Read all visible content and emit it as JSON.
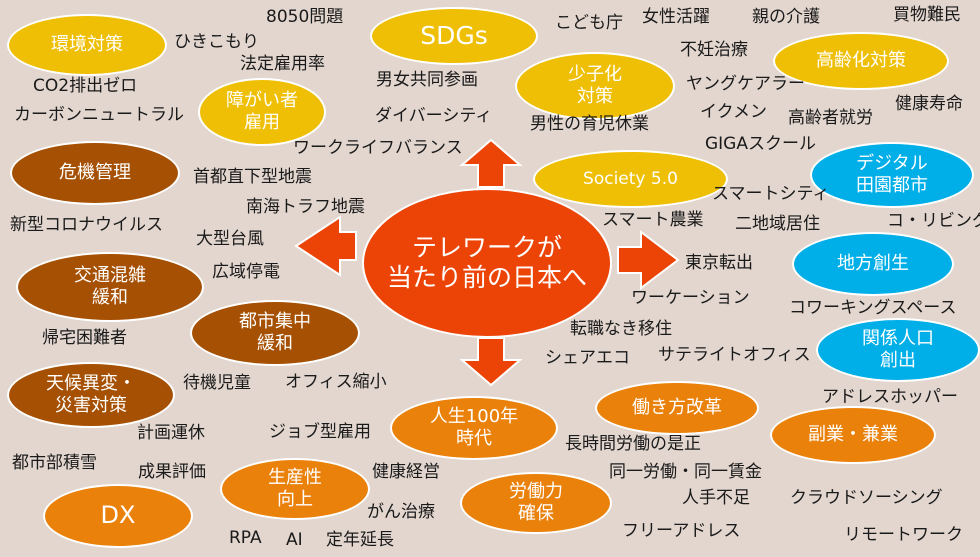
{
  "diagram": {
    "type": "mind-map",
    "center": {
      "label": "テレワークが\n当たり前の日本へ",
      "color": "#ec4306"
    },
    "arrows": [
      "up",
      "down",
      "left",
      "right"
    ],
    "arrow_color": "#ec4306",
    "palette": {
      "yellow": "#efbf06",
      "brown": "#a65003",
      "blue": "#00aee8",
      "orange": "#ea810b",
      "background": "#e2d6cf"
    },
    "nodes": [
      {
        "id": "kankyo",
        "label": "環境対策",
        "color": "yellow"
      },
      {
        "id": "sdgs",
        "label": "SDGs",
        "color": "yellow"
      },
      {
        "id": "shoshika",
        "label": "少子化\n対策",
        "color": "yellow"
      },
      {
        "id": "koreika",
        "label": "高齢化対策",
        "color": "yellow"
      },
      {
        "id": "shogai",
        "label": "障がい者\n雇用",
        "color": "yellow"
      },
      {
        "id": "society",
        "label": "Society 5.0",
        "color": "yellow"
      },
      {
        "id": "kiki",
        "label": "危機管理",
        "color": "brown"
      },
      {
        "id": "kotsu",
        "label": "交通混雑\n緩和",
        "color": "brown"
      },
      {
        "id": "toshi",
        "label": "都市集中\n緩和",
        "color": "brown"
      },
      {
        "id": "tenko",
        "label": "天候異変・\n災害対策",
        "color": "brown"
      },
      {
        "id": "digital",
        "label": "デジタル\n田園都市",
        "color": "blue"
      },
      {
        "id": "chiho",
        "label": "地方創生",
        "color": "blue"
      },
      {
        "id": "kankei",
        "label": "関係人口\n創出",
        "color": "blue"
      },
      {
        "id": "jinsei",
        "label": "人生100年\n時代",
        "color": "orange"
      },
      {
        "id": "hataraki",
        "label": "働き方改革",
        "color": "orange"
      },
      {
        "id": "fukugyo",
        "label": "副業・兼業",
        "color": "orange"
      },
      {
        "id": "seisan",
        "label": "生産性\n向上",
        "color": "orange"
      },
      {
        "id": "rodo",
        "label": "労働力\n確保",
        "color": "orange"
      },
      {
        "id": "dx",
        "label": "DX",
        "color": "orange"
      }
    ],
    "terms": [
      "8050問題",
      "ひきこもり",
      "法定雇用率",
      "CO2排出ゼロ",
      "カーボンニュートラル",
      "こども庁",
      "女性活躍",
      "親の介護",
      "買物難民",
      "不妊治療",
      "ヤングケアラー",
      "イクメン",
      "高齢者就労",
      "健康寿命",
      "男女共同参画",
      "ダイバーシティ",
      "男性の育児休業",
      "GIGAスクール",
      "ワークライフバランス",
      "首都直下型地震",
      "南海トラフ地震",
      "新型コロナウイルス",
      "大型台風",
      "広域停電",
      "スマートシティ",
      "スマート農業",
      "二地域居住",
      "コ・リビング",
      "東京転出",
      "ワーケーション",
      "コワーキングスペース",
      "転職なき移住",
      "シェアエコ",
      "サテライトオフィス",
      "帰宅困難者",
      "待機児童",
      "オフィス縮小",
      "アドレスホッパー",
      "計画運休",
      "ジョブ型雇用",
      "長時間労働の是正",
      "都市部積雪",
      "成果評価",
      "健康経営",
      "同一労働・同一賃金",
      "人手不足",
      "クラウドソーシング",
      "がん治療",
      "RPA",
      "AI",
      "定年延長",
      "フリーアドレス",
      "リモートワーク"
    ]
  }
}
